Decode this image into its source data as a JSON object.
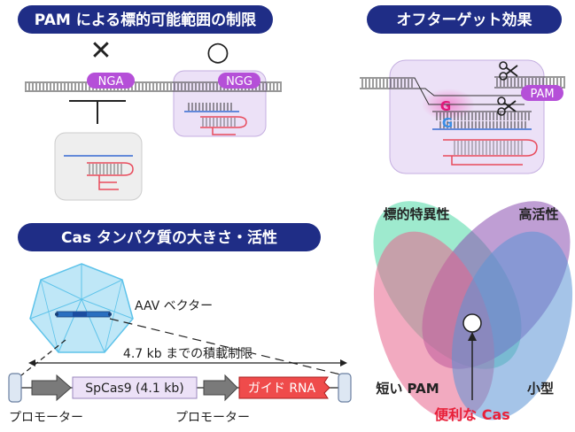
{
  "panels": {
    "pam": {
      "title": "PAM による標的可能範囲の制限",
      "mark_no": "✕",
      "mark_yes": "○",
      "pam_nga": "NGA",
      "pam_ngg": "NGG"
    },
    "offtarget": {
      "title": "オフターゲット効果",
      "pam_label": "PAM",
      "mismatch_top": "G",
      "mismatch_bottom": "G"
    },
    "size": {
      "title": "Cas タンパク質の大きさ・活性",
      "aav_label": "AAV ベクター",
      "capacity_label": "4.7 kb までの積載制限",
      "spcas9_label": "SpCas9 (4.1 kb)",
      "guide_label": "ガイド RNA",
      "promoter_left": "プロモーター",
      "promoter_right": "プロモーター"
    },
    "venn": {
      "specificity": "標的特異性",
      "activity": "高活性",
      "short_pam": "短い PAM",
      "small": "小型",
      "ideal": "便利な Cas"
    }
  },
  "colors": {
    "title_bg": "#1f2d86",
    "pam_purple": "#b54fd8",
    "mismatch_top": "#e0187a",
    "mismatch_bottom": "#3a8ee6",
    "ideal_label": "#e8213a",
    "venn_green": "#4fd8a6",
    "venn_purple": "#8a4fb0",
    "venn_pink": "#e8658c",
    "venn_blue": "#5b93d6",
    "guide_red": "#ef4b4b",
    "aav_cyan": "#5ec3ea"
  }
}
